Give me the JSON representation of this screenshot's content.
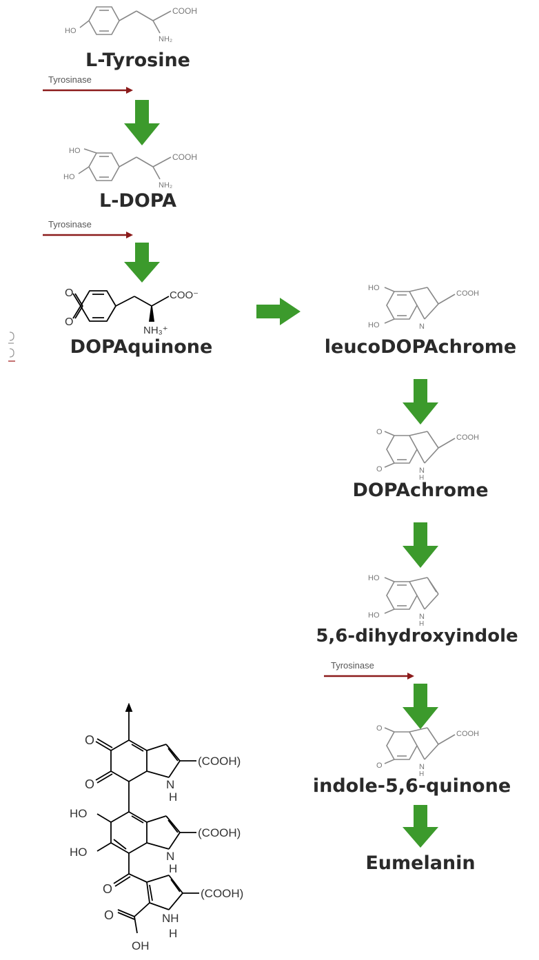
{
  "compounds": {
    "tyrosine": "L-Tyrosine",
    "dopa": "L-DOPA",
    "dopaquinone": "DOPAquinone",
    "leuco": "leucoDOPAchrome",
    "dopachrome": "DOPAchrome",
    "dhi": "5,6-dihydroxyindole",
    "quinone": "indole-5,6-quinone",
    "eumelanin": "Eumelanin"
  },
  "enzyme": "Tyrosinase",
  "atoms": {
    "cooh": "COOH",
    "coo_minus": "COO⁻",
    "nh2": "NH₂",
    "nh3_plus": "NH₃⁺",
    "ho": "HO",
    "o": "O",
    "n": "N",
    "h": "H",
    "nh": "NH",
    "oh": "OH",
    "cooh_paren": "(COOH)"
  },
  "colors": {
    "arrow_green": "#3c9a2c",
    "enzyme_arrow": "#8b1a1a",
    "label_text": "#2a2a2a"
  }
}
